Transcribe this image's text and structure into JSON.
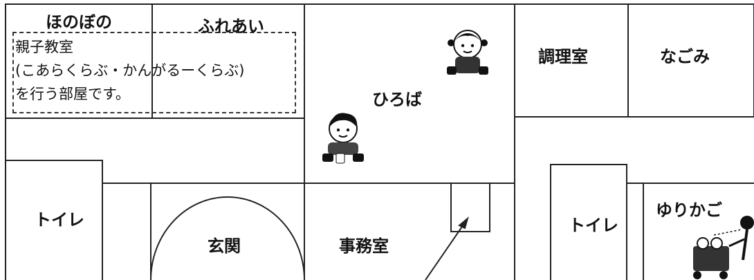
{
  "rooms": {
    "honobono": "ほのぼの",
    "fureai": "ふれあい",
    "hiroba": "ひろば",
    "chourishitsu": "調理室",
    "nagomi": "なごみ",
    "toilet_left": "トイレ",
    "genkan": "玄関",
    "jimushitsu": "事務室",
    "toilet_right": "トイレ",
    "yurikago": "ゆりかご"
  },
  "note": {
    "line1": "親子教室",
    "line2": "(こあらくらぶ・かんがるーくらぶ)",
    "line3": "を行う部屋です。"
  }
}
